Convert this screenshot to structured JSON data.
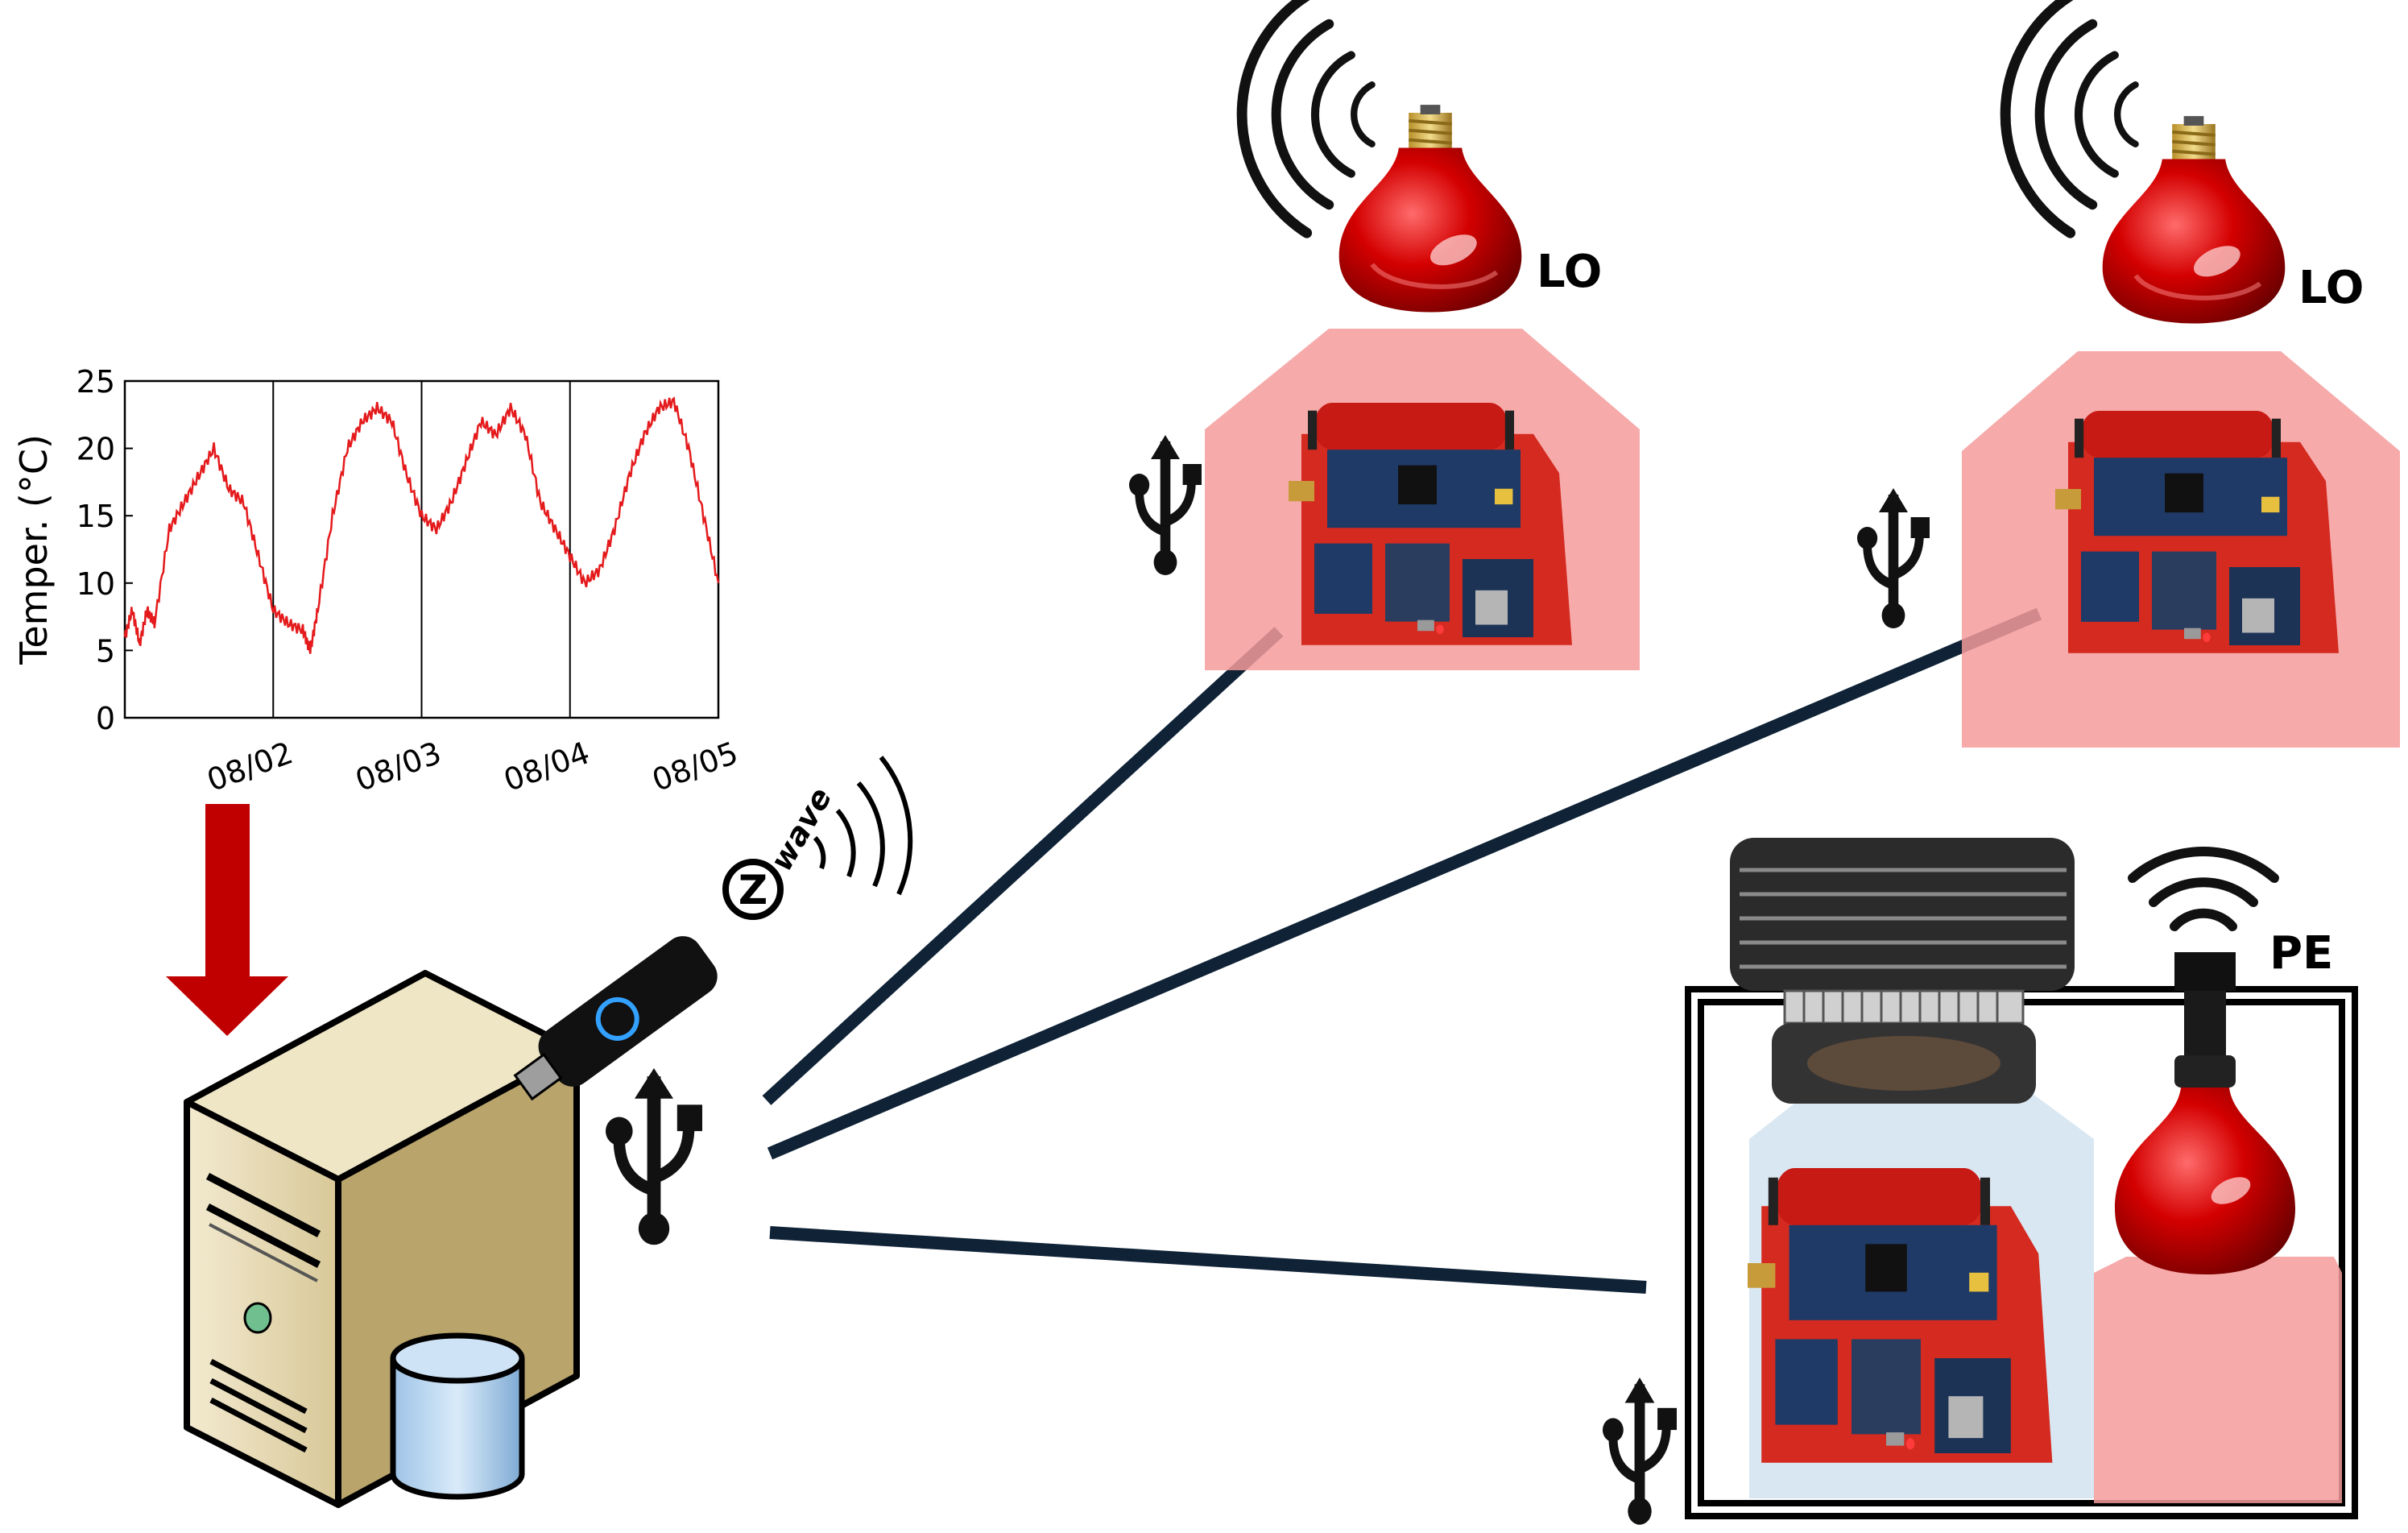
{
  "chart_data": {
    "type": "line",
    "title": "",
    "ylabel": "Temper. (°C)",
    "xlabel": "",
    "ylim": [
      0,
      25
    ],
    "yticks": [
      "0",
      "5",
      "10",
      "15",
      "20",
      "25"
    ],
    "xticks": [
      "08/02",
      "08/03",
      "08/04",
      "08/05"
    ],
    "grid": "vertical lines at each day",
    "series": [
      {
        "color": "#e41a1c",
        "x": [
          0.0,
          0.05,
          0.1,
          0.15,
          0.2,
          0.3,
          0.4,
          0.5,
          0.6,
          0.7,
          0.8,
          0.9,
          1.0,
          1.1,
          1.2,
          1.25,
          1.3,
          1.4,
          1.5,
          1.6,
          1.7,
          1.8,
          1.9,
          2.0,
          2.1,
          2.2,
          2.3,
          2.4,
          2.5,
          2.6,
          2.7,
          2.8,
          2.9,
          3.0,
          3.1,
          3.2,
          3.3,
          3.4,
          3.5,
          3.6,
          3.7,
          3.8,
          3.9,
          4.0
        ],
        "y": [
          6,
          8,
          5.5,
          8,
          7,
          14,
          16,
          18,
          20,
          17,
          16,
          12,
          8,
          7,
          6.5,
          5,
          8,
          15,
          20,
          22,
          23,
          22,
          18,
          15,
          14,
          16,
          19,
          22,
          21,
          23,
          21,
          16,
          14,
          12,
          10,
          11,
          14,
          18,
          21,
          23,
          23.5,
          20,
          15,
          10
        ]
      }
    ]
  },
  "labels": {
    "lo_1": "LO",
    "lo_2": "LO",
    "pe": "PE"
  },
  "zwave": {
    "glyph": "Z",
    "text": "wave"
  },
  "icons": [
    "server-icon",
    "database-icon",
    "usb-symbol-icon",
    "zwave-dongle-icon",
    "heat-lamp-icon",
    "sensor-board-icon",
    "cooling-fan-icon",
    "wireless-signal-icon",
    "arrow-down-icon"
  ],
  "colors": {
    "lamp_glow": "#f59b9b",
    "cooling_glow": "#d9e7f2",
    "link_line": "#0f2236",
    "arrow": "#c00000",
    "board": "#d42a20"
  }
}
